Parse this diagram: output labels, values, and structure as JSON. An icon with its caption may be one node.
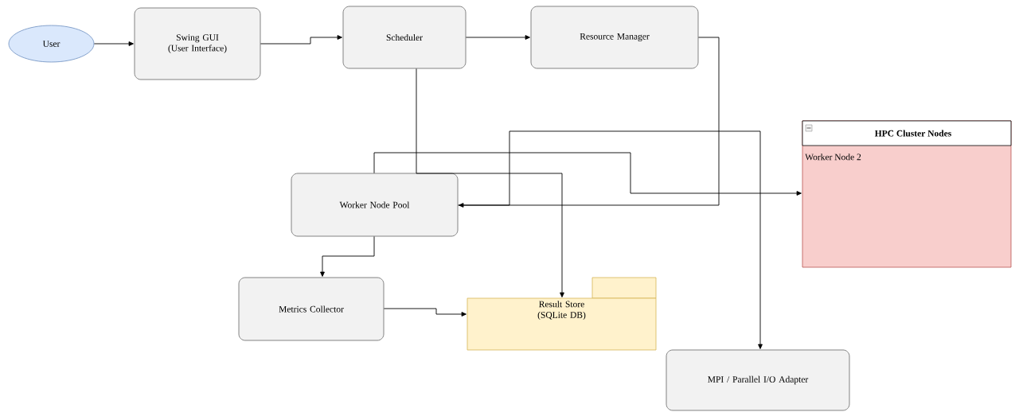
{
  "diagram": {
    "nodes": [
      {
        "text": [
          "User"
        ]
      },
      {
        "text": [
          "Swing GUI (User Interface)"
        ]
      },
      {
        "text": [
          "Scheduler"
        ]
      },
      {
        "text": [
          "Resource Manager"
        ]
      },
      {
        "text": [
          "HPC Cluster Nodes",
          "Worker Node 2"
        ]
      },
      {
        "text": [
          "Worker Node Pool"
        ]
      },
      {
        "text": [
          "Metrics Collector"
        ]
      },
      {
        "text": [
          "Result Store (SQLite DB)"
        ]
      },
      {
        "text": [
          "MPI / Parallel I/O Adapter"
        ]
      }
    ],
    "edges": [
      {
        "from": 0,
        "to": 1,
        "arrow": "to"
      },
      {
        "from": 1,
        "to": 2,
        "arrow": "to"
      },
      {
        "from": 2,
        "to": 3,
        "arrow": "to"
      },
      {
        "from": 3,
        "to": 5,
        "arrow": "to"
      },
      {
        "from": 2,
        "to": 7,
        "arrow": "to"
      },
      {
        "from": 5,
        "to": 4,
        "arrow": "to"
      },
      {
        "from": 5,
        "to": 8,
        "arrow": "to"
      },
      {
        "from": 5,
        "to": 6,
        "arrow": "to"
      },
      {
        "from": 6,
        "to": 7,
        "arrow": "to"
      }
    ]
  }
}
